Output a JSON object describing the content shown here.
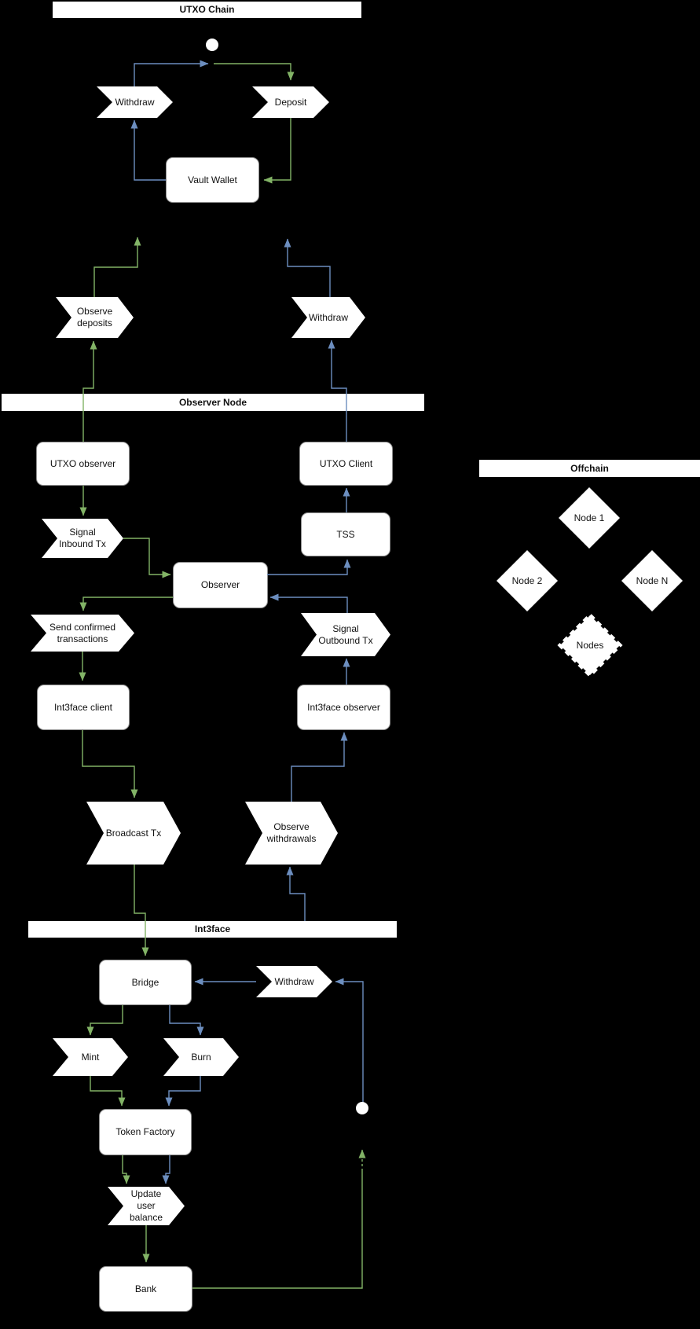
{
  "lanes": {
    "utxo_chain": "UTXO Chain",
    "observer_node": "Observer Node",
    "offchain": "Offchain",
    "int3face": "Int3face"
  },
  "nodes": {
    "withdraw_top": "Withdraw",
    "deposit": "Deposit",
    "vault_wallet": "Vault Wallet",
    "observe_deposits": "Observe\ndeposits",
    "withdraw_mid": "Withdraw",
    "utxo_observer": "UTXO observer",
    "utxo_client": "UTXO Client",
    "tss": "TSS",
    "signal_inbound": "Signal\nInbound Tx",
    "observer": "Observer",
    "send_confirmed": "Send confirmed\ntransactions",
    "signal_outbound": "Signal\nOutbound Tx",
    "int3face_client": "Int3face client",
    "int3face_observer": "Int3face observer",
    "broadcast_tx": "Broadcast Tx",
    "observe_withdrawals": "Observe\nwithdrawals",
    "bridge": "Bridge",
    "withdraw_bottom": "Withdraw",
    "mint": "Mint",
    "burn": "Burn",
    "token_factory": "Token Factory",
    "update_user_balance": "Update\nuser\nbalance",
    "bank": "Bank",
    "node_1": "Node 1",
    "node_2": "Node 2",
    "node_n": "Node N",
    "nodes_group": "Nodes"
  },
  "colors": {
    "background": "#000000",
    "shape_fill": "#ffffff",
    "deposit_flow_green": "#82b366",
    "withdraw_flow_blue": "#6c8ebf"
  }
}
